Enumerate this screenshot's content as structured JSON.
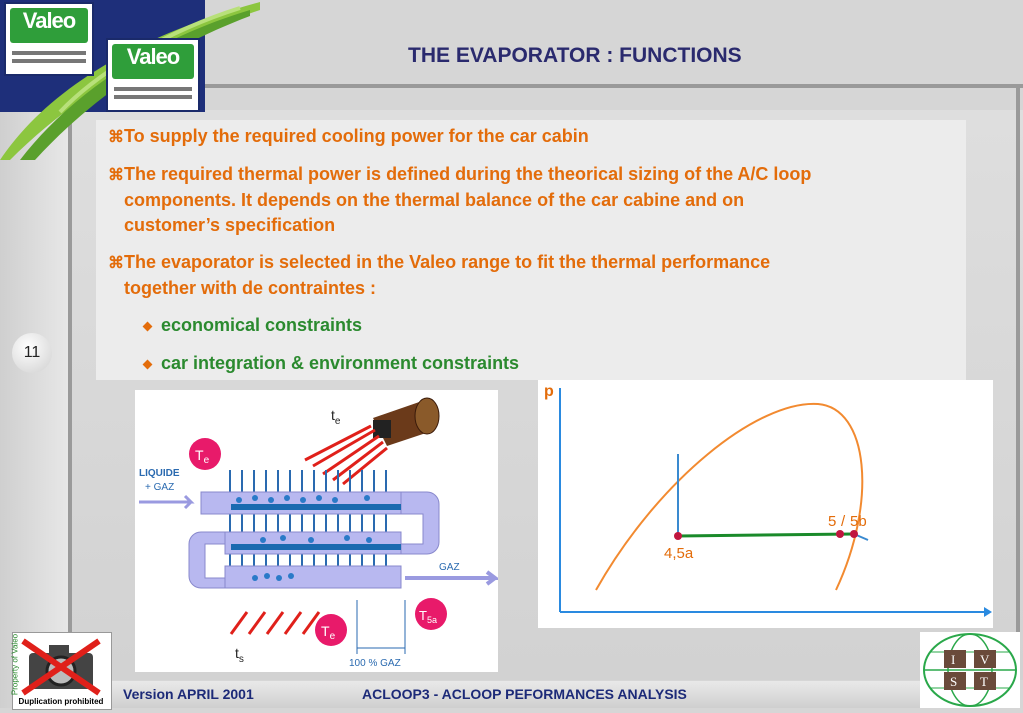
{
  "logo": {
    "brand": "Valeo"
  },
  "header": {
    "title": "THE EVAPORATOR : FUNCTIONS"
  },
  "page_number": "11",
  "bullets": [
    {
      "marker": "⌘",
      "lines": [
        "To supply the required cooling power for the car cabin"
      ]
    },
    {
      "marker": "⌘",
      "lines": [
        "The required thermal power is defined during the theorical sizing of the A/C loop",
        "components. It depends on the thermal balance of the car cabine and on",
        "customer’s specification"
      ]
    },
    {
      "marker": "⌘",
      "lines": [
        "The evaporator  is selected in the Valeo range to fit the thermal performance",
        "together with  de contraintes :"
      ]
    }
  ],
  "sub_bullets": [
    "economical constraints",
    "car integration & environment constraints"
  ],
  "diagram": {
    "te_label": "t",
    "te_sub": "e",
    "ts_label": "t",
    "ts_sub": "s",
    "Te_label": "T",
    "Te_sub": "e",
    "T5a_label": "T",
    "T5a_sub": "5a",
    "liquide_label": "LIQUIDE",
    "gaz_in_label": "+ GAZ",
    "gaz_out_label": "GAZ",
    "gaz100_label": "100 % GAZ"
  },
  "chart": {
    "y_axis_label": "p",
    "point_4_5a": "4,5a",
    "point_5": "5",
    "point_5b": "5b",
    "colors": {
      "curve": "#f28a30",
      "line": "#1a8a2a",
      "points": "#c0163f",
      "axis": "#2a8ae0",
      "vertical": "#3a8ad0"
    }
  },
  "footer": {
    "version": "Version APRIL 2001",
    "center": "ACLOOP3 - ACLOOP PEFORMANCES ANALYSIS",
    "dup": "Duplication prohibited",
    "property": "Property of Valeo"
  },
  "ivst": [
    "I",
    "V",
    "S",
    "T"
  ]
}
